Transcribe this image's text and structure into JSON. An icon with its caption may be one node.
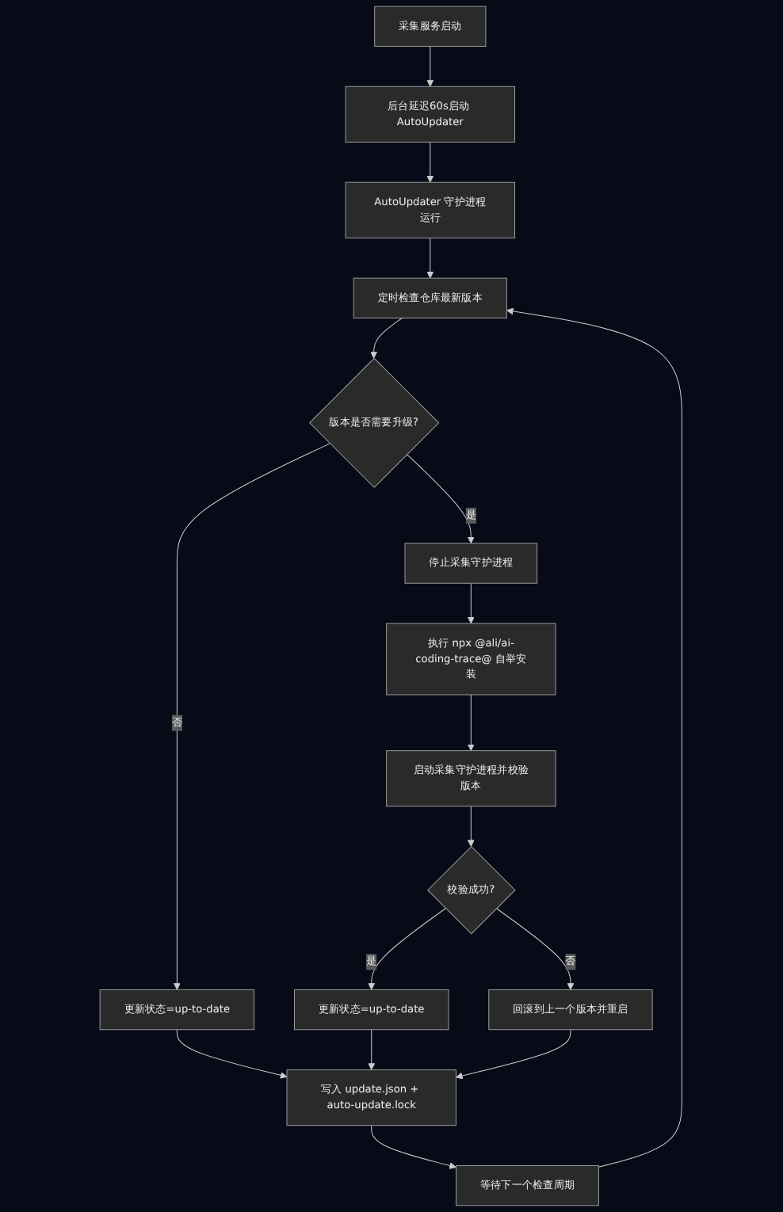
{
  "diagram": {
    "nodes": [
      {
        "text": [
          "采集服务启动"
        ]
      },
      {
        "text": [
          "后台延迟60s启动 AutoUpdater"
        ]
      },
      {
        "text": [
          "AutoUpdater 守护进程运行"
        ]
      },
      {
        "text": [
          "定时检查仓库最新版本"
        ]
      },
      {
        "text": [
          "版本是否需要升级?"
        ]
      },
      {
        "text": [
          "停止采集守护进程"
        ]
      },
      {
        "text": [
          "执行 npx @ali/ai-coding-trace@ 自举安装"
        ]
      },
      {
        "text": [
          "启动采集守护进程并校验版本"
        ]
      },
      {
        "text": [
          "校验成功?"
        ]
      },
      {
        "text": [
          "更新状态=up-to-date"
        ]
      },
      {
        "text": [
          "更新状态=up-to-date"
        ]
      },
      {
        "text": [
          "回滚到上一个版本并重启"
        ]
      },
      {
        "text": [
          "写入 update.json + auto-update.lock"
        ]
      },
      {
        "text": [
          "等待下一个检查周期"
        ]
      }
    ],
    "edges": [
      {
        "from": 0,
        "to": 1,
        "arrow": "to"
      },
      {
        "from": 1,
        "to": 2,
        "arrow": "to"
      },
      {
        "from": 2,
        "to": 3,
        "arrow": "to"
      },
      {
        "from": 3,
        "to": 4,
        "arrow": "to"
      },
      {
        "from": 4,
        "to": 9,
        "label": "否",
        "arrow": "to"
      },
      {
        "from": 4,
        "to": 5,
        "label": "是",
        "arrow": "to"
      },
      {
        "from": 5,
        "to": 6,
        "arrow": "to"
      },
      {
        "from": 6,
        "to": 7,
        "arrow": "to"
      },
      {
        "from": 7,
        "to": 8,
        "arrow": "to"
      },
      {
        "from": 8,
        "to": 10,
        "label": "是",
        "arrow": "to"
      },
      {
        "from": 8,
        "to": 11,
        "label": "否",
        "arrow": "to"
      },
      {
        "from": 9,
        "to": 12,
        "arrow": "to"
      },
      {
        "from": 10,
        "to": 12,
        "arrow": "to"
      },
      {
        "from": 11,
        "to": 12,
        "arrow": "to"
      },
      {
        "from": 12,
        "to": 13,
        "arrow": "to"
      },
      {
        "from": 13,
        "to": 3,
        "arrow": "to"
      }
    ]
  }
}
